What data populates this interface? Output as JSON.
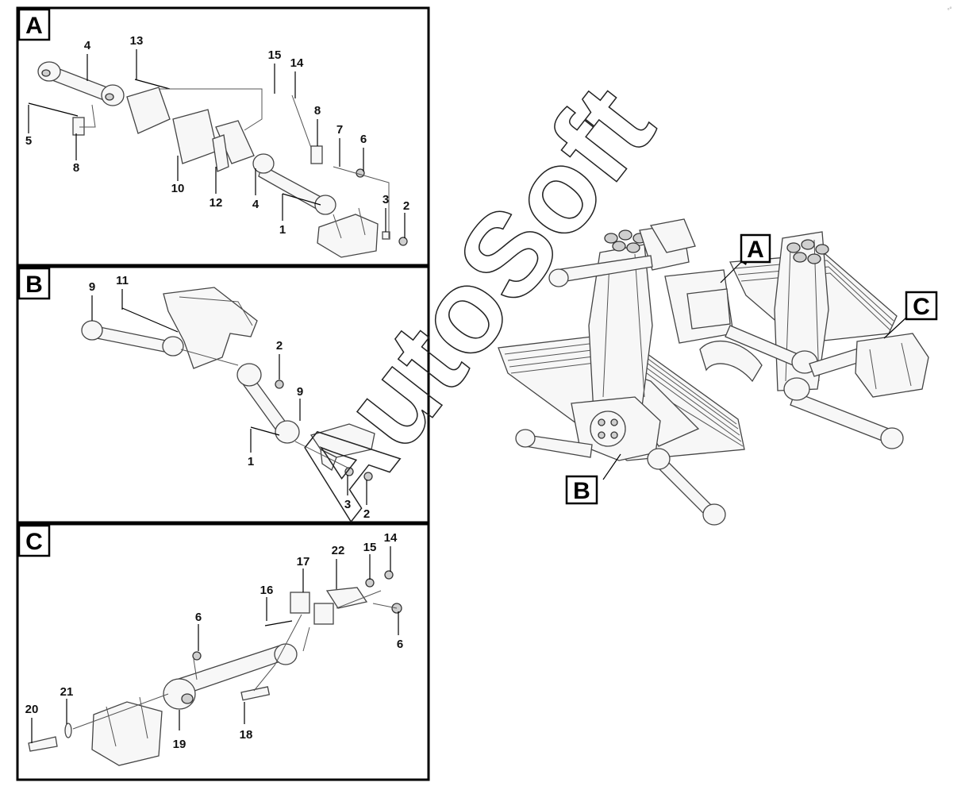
{
  "panels": {
    "A": {
      "letter": "A",
      "labels": [
        "4",
        "13",
        "15",
        "14",
        "5",
        "8",
        "8",
        "7",
        "6",
        "10",
        "12",
        "4",
        "3",
        "2",
        "1"
      ]
    },
    "B": {
      "letter": "B",
      "labels": [
        "9",
        "11",
        "2",
        "9",
        "1",
        "3",
        "2"
      ]
    },
    "C": {
      "letter": "C",
      "labels": [
        "17",
        "22",
        "15",
        "14",
        "16",
        "6",
        "6",
        "20",
        "21",
        "19",
        "18"
      ]
    }
  },
  "overview": {
    "callouts": [
      "A",
      "B",
      "C"
    ]
  },
  "watermark": "AutoSoft",
  "corner_mark": "°°"
}
